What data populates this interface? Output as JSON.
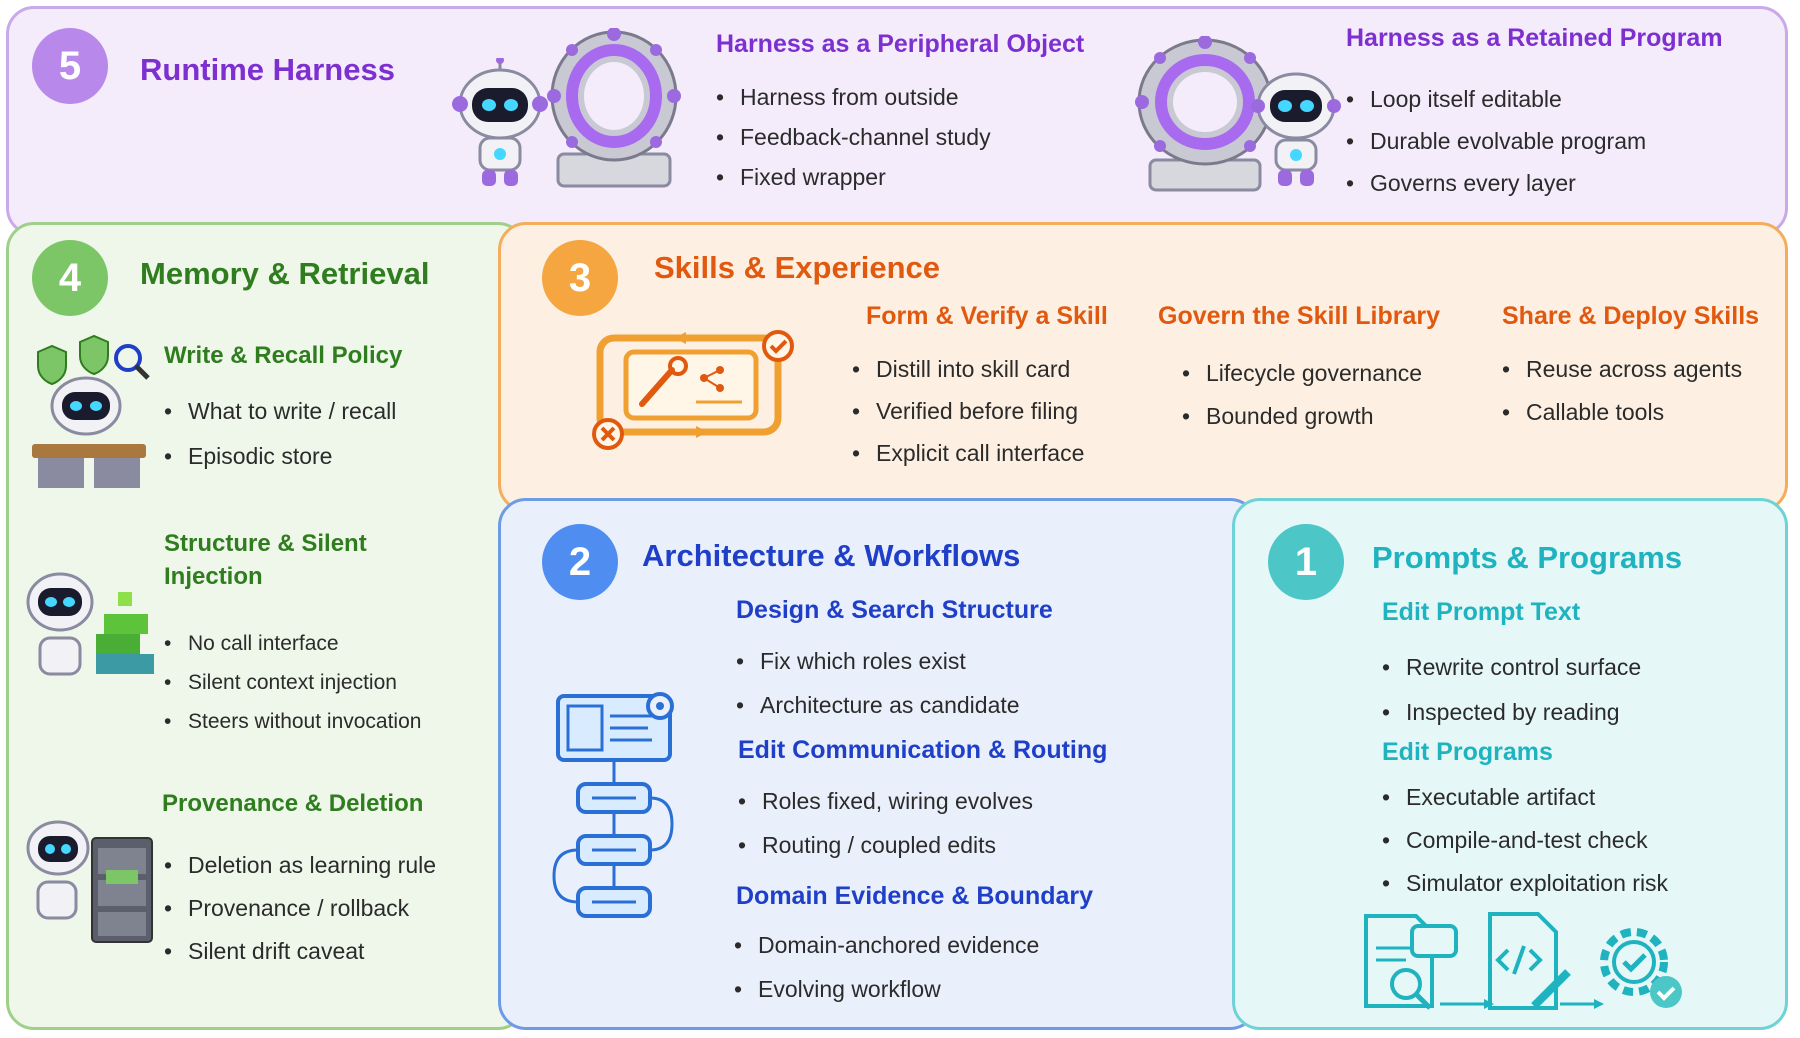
{
  "colors": {
    "layer5": "#7e2fd0",
    "layer4": "#2f7d1e",
    "layer3": "#e0590f",
    "layer2": "#1f3fc8",
    "layer1": "#1fb3c0",
    "layer5_circle": "#b889ea",
    "layer4_circle": "#7dc667",
    "layer3_circle": "#f5a640",
    "layer2_circle": "#4f8ef0",
    "layer1_circle": "#4cc6c6"
  },
  "layer5": {
    "number": "5",
    "title": "Runtime Harness",
    "peripheral": {
      "title": "Harness as a Peripheral Object",
      "bullets": [
        "Harness from outside",
        "Feedback-channel study",
        "Fixed wrapper"
      ]
    },
    "retained": {
      "title": "Harness as a Retained Program",
      "bullets": [
        "Loop itself editable",
        "Durable evolvable program",
        "Governs every layer"
      ]
    },
    "icons": [
      "robot-icon",
      "portal-ring-icon"
    ]
  },
  "layer4": {
    "number": "4",
    "title": "Memory & Retrieval",
    "write_recall": {
      "title": "Write & Recall Policy",
      "bullets": [
        "What to write / recall",
        "Episodic store"
      ]
    },
    "structure": {
      "title_line1": "Structure & Silent",
      "title_line2": "Injection",
      "bullets": [
        "No call interface",
        "Silent context injection",
        "Steers without invocation"
      ]
    },
    "provenance": {
      "title": "Provenance & Deletion",
      "bullets": [
        "Deletion as learning rule",
        "Provenance / rollback",
        "Silent drift caveat"
      ]
    },
    "icons": [
      "robot-desk-icon",
      "robot-blocks-icon",
      "robot-cabinet-icon"
    ]
  },
  "layer3": {
    "number": "3",
    "title": "Skills & Experience",
    "form": {
      "title": "Form & Verify a Skill",
      "bullets": [
        "Distill into skill card",
        "Verified before filing",
        "Explicit call interface"
      ]
    },
    "govern": {
      "title": "Govern the Skill Library",
      "bullets": [
        "Lifecycle governance",
        "Bounded growth"
      ]
    },
    "share": {
      "title": "Share & Deploy Skills",
      "bullets": [
        "Reuse across agents",
        "Callable tools"
      ]
    },
    "icons": [
      "skill-loop-icon"
    ]
  },
  "layer2": {
    "number": "2",
    "title": "Architecture & Workflows",
    "design": {
      "title": "Design & Search Structure",
      "bullets": [
        "Fix which roles exist",
        "Architecture as candidate"
      ]
    },
    "comm": {
      "title": "Edit Communication & Routing",
      "bullets": [
        "Roles fixed, wiring evolves",
        "Routing / coupled edits"
      ]
    },
    "domain": {
      "title": "Domain Evidence & Boundary",
      "bullets": [
        "Domain-anchored evidence",
        "Evolving workflow"
      ]
    },
    "icons": [
      "workflow-icon"
    ]
  },
  "layer1": {
    "number": "1",
    "title": "Prompts & Programs",
    "prompt": {
      "title": "Edit Prompt Text",
      "bullets": [
        "Rewrite control surface",
        "Inspected by reading"
      ]
    },
    "programs": {
      "title": "Edit Programs",
      "bullets": [
        "Executable artifact",
        "Compile-and-test check",
        "Simulator exploitation risk"
      ]
    },
    "icons": [
      "document-search-icon",
      "code-file-icon",
      "gear-check-icon"
    ]
  }
}
